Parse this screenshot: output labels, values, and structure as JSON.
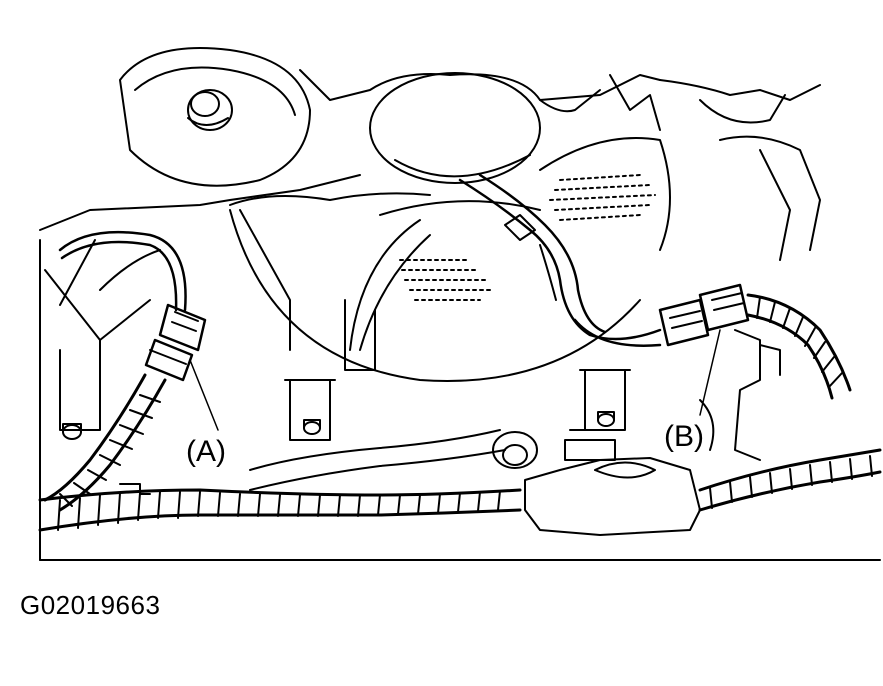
{
  "callouts": {
    "a": "(A)",
    "b": "(B)"
  },
  "figure_id": "G02019663",
  "colors": {
    "line": "#000000",
    "paper": "#ffffff"
  }
}
